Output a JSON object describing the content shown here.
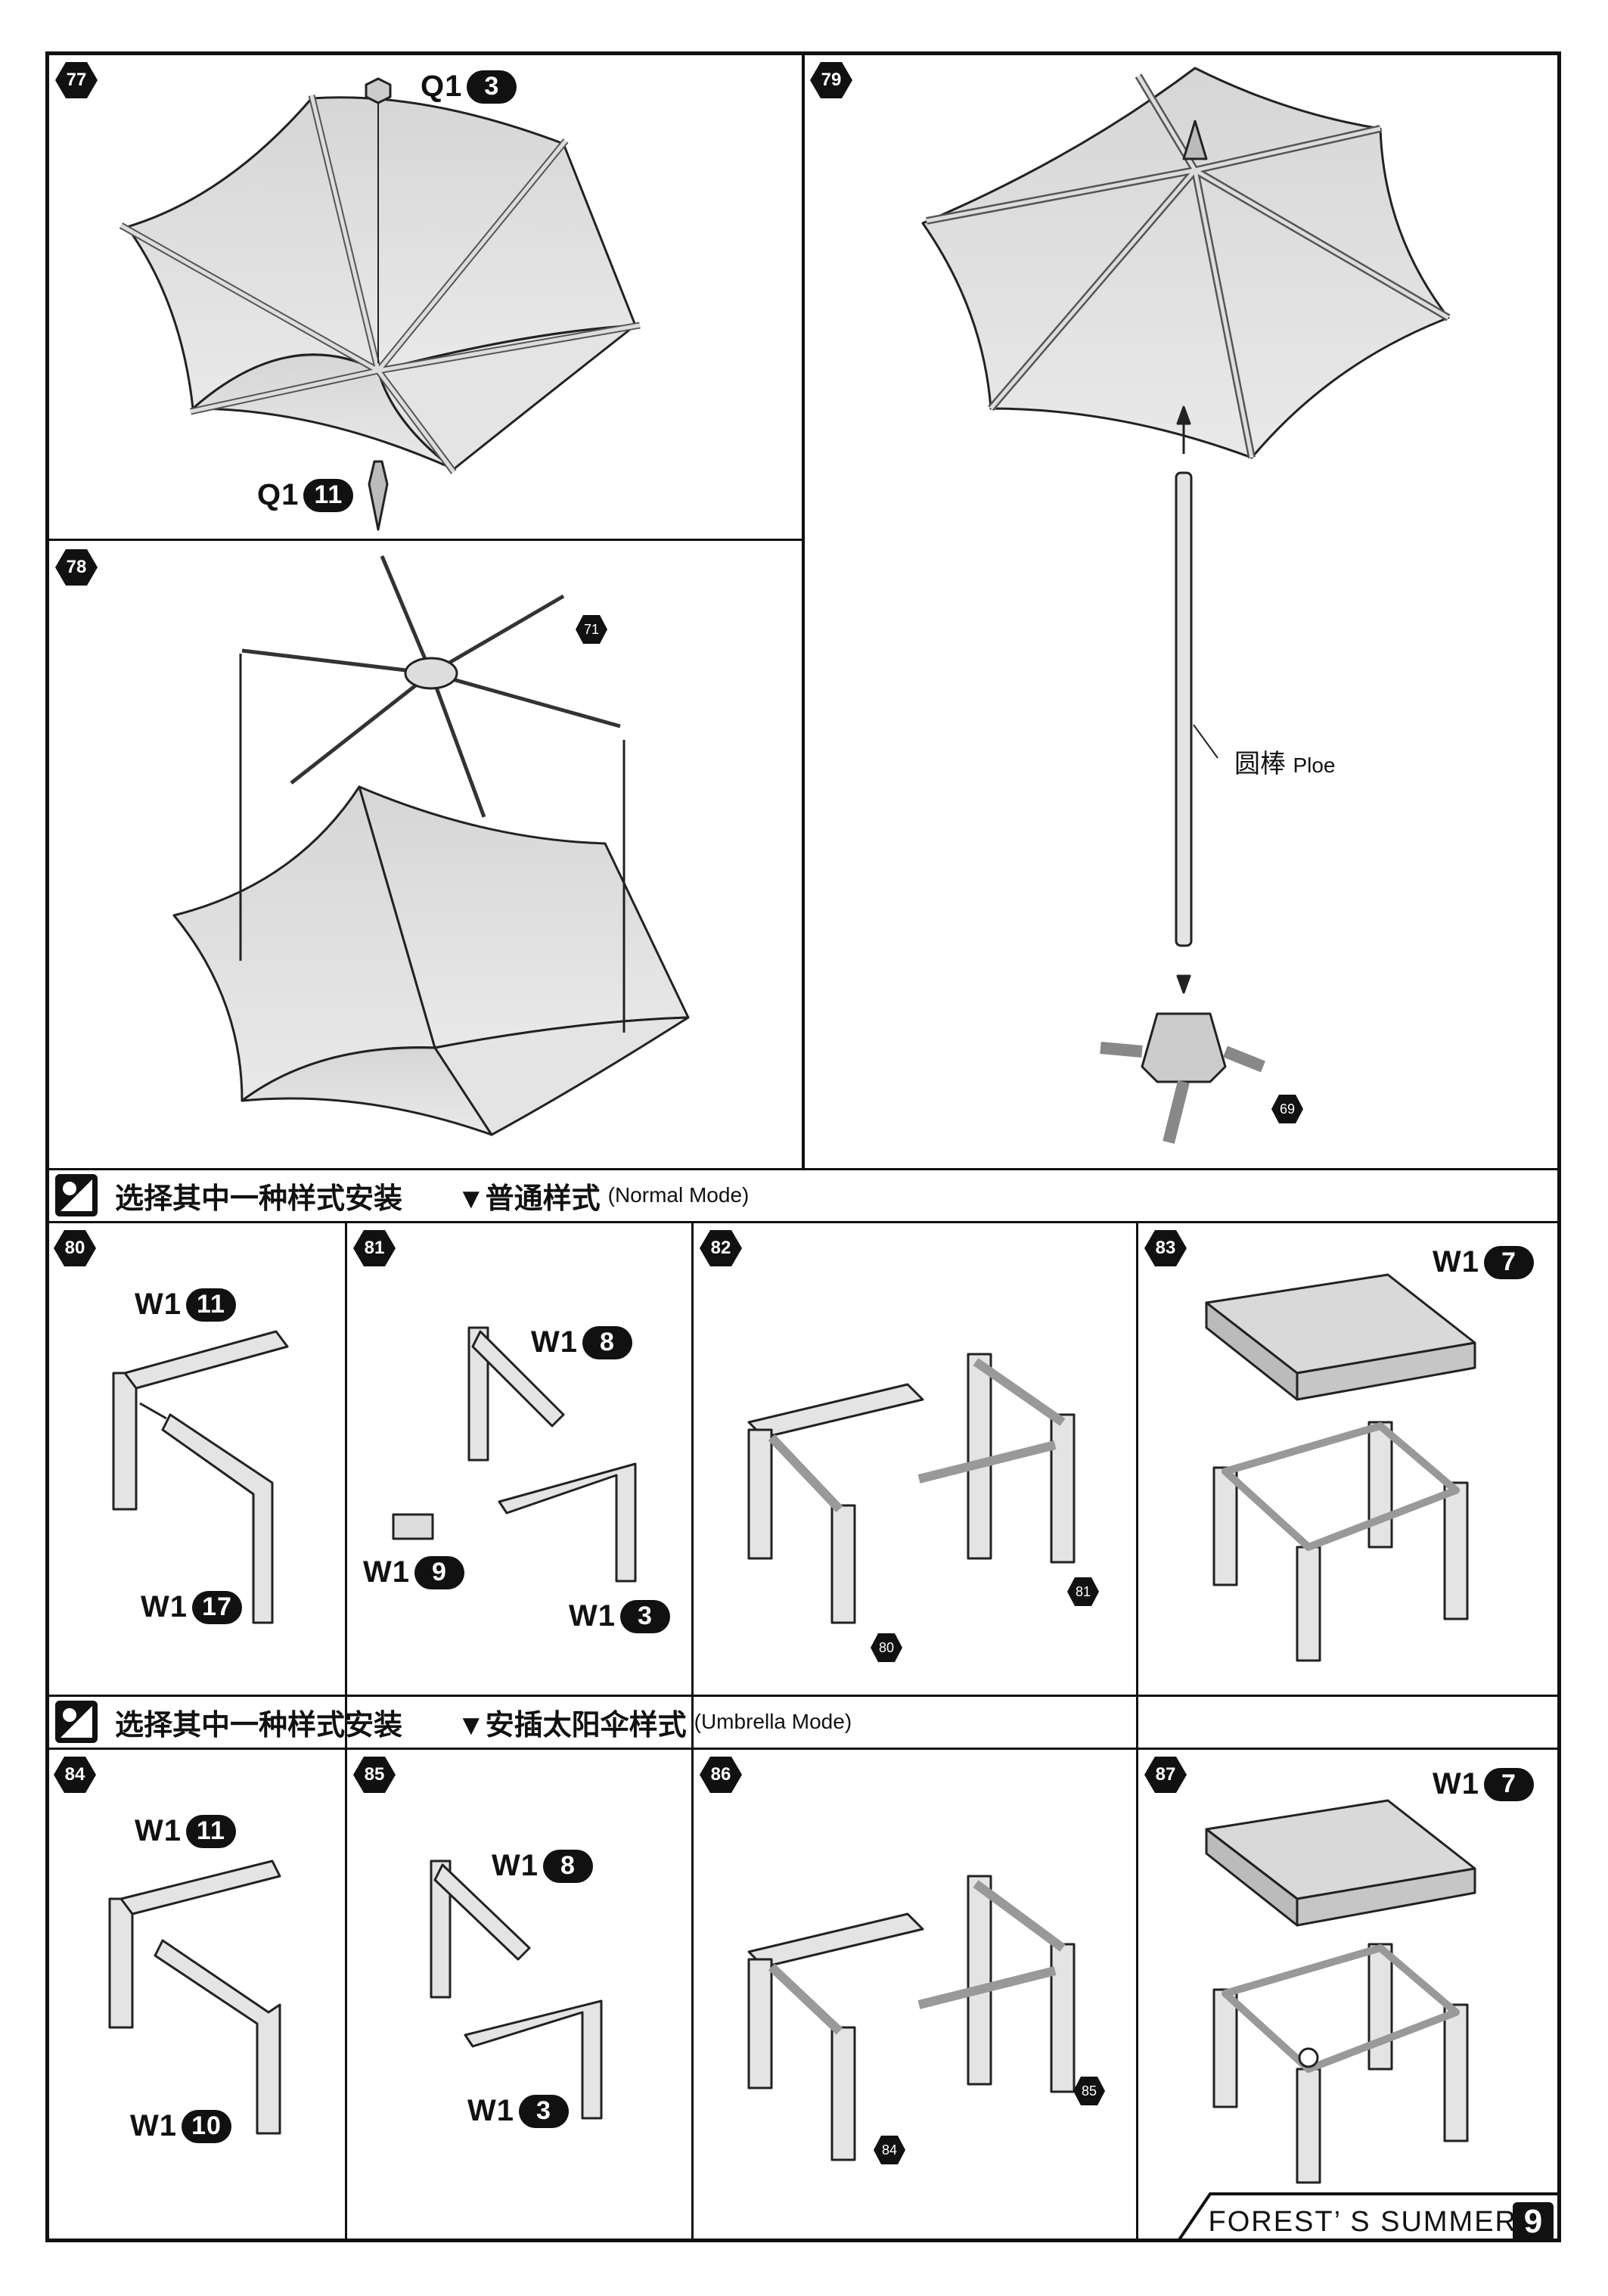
{
  "steps": {
    "s77": "77",
    "s78": "78",
    "s79": "79",
    "s80": "80",
    "s81": "81",
    "s82": "82",
    "s83": "83",
    "s84": "84",
    "s85": "85",
    "s86": "86",
    "s87": "87"
  },
  "parts": {
    "p77_top": {
      "sprue": "Q1",
      "num": "3"
    },
    "p77_bottom": {
      "sprue": "Q1",
      "num": "11"
    },
    "p80_a": {
      "sprue": "W1",
      "num": "11"
    },
    "p80_b": {
      "sprue": "W1",
      "num": "17"
    },
    "p81_a": {
      "sprue": "W1",
      "num": "8"
    },
    "p81_b": {
      "sprue": "W1",
      "num": "9"
    },
    "p81_c": {
      "sprue": "W1",
      "num": "3"
    },
    "p83": {
      "sprue": "W1",
      "num": "7"
    },
    "p84_a": {
      "sprue": "W1",
      "num": "11"
    },
    "p84_b": {
      "sprue": "W1",
      "num": "10"
    },
    "p85_a": {
      "sprue": "W1",
      "num": "8"
    },
    "p85_b": {
      "sprue": "W1",
      "num": "3"
    },
    "p87": {
      "sprue": "W1",
      "num": "7"
    }
  },
  "refs": {
    "r71": "71",
    "r69": "69",
    "r81_in82": "81",
    "r80_in82": "80",
    "r85_in86": "85",
    "r84_in86": "84"
  },
  "pole": {
    "cn": "圆棒",
    "en": "Ploe"
  },
  "banners": {
    "normal": {
      "instruction": "选择其中一种样式安装",
      "mode": "▼普通样式",
      "mode_en": "(Normal Mode)"
    },
    "umbrella": {
      "instruction": "选择其中一种样式安装",
      "mode": "▼安插太阳伞样式",
      "mode_en": "(Umbrella Mode)"
    }
  },
  "footer": {
    "title": "FOREST’ S SUMMER",
    "page": "9"
  }
}
